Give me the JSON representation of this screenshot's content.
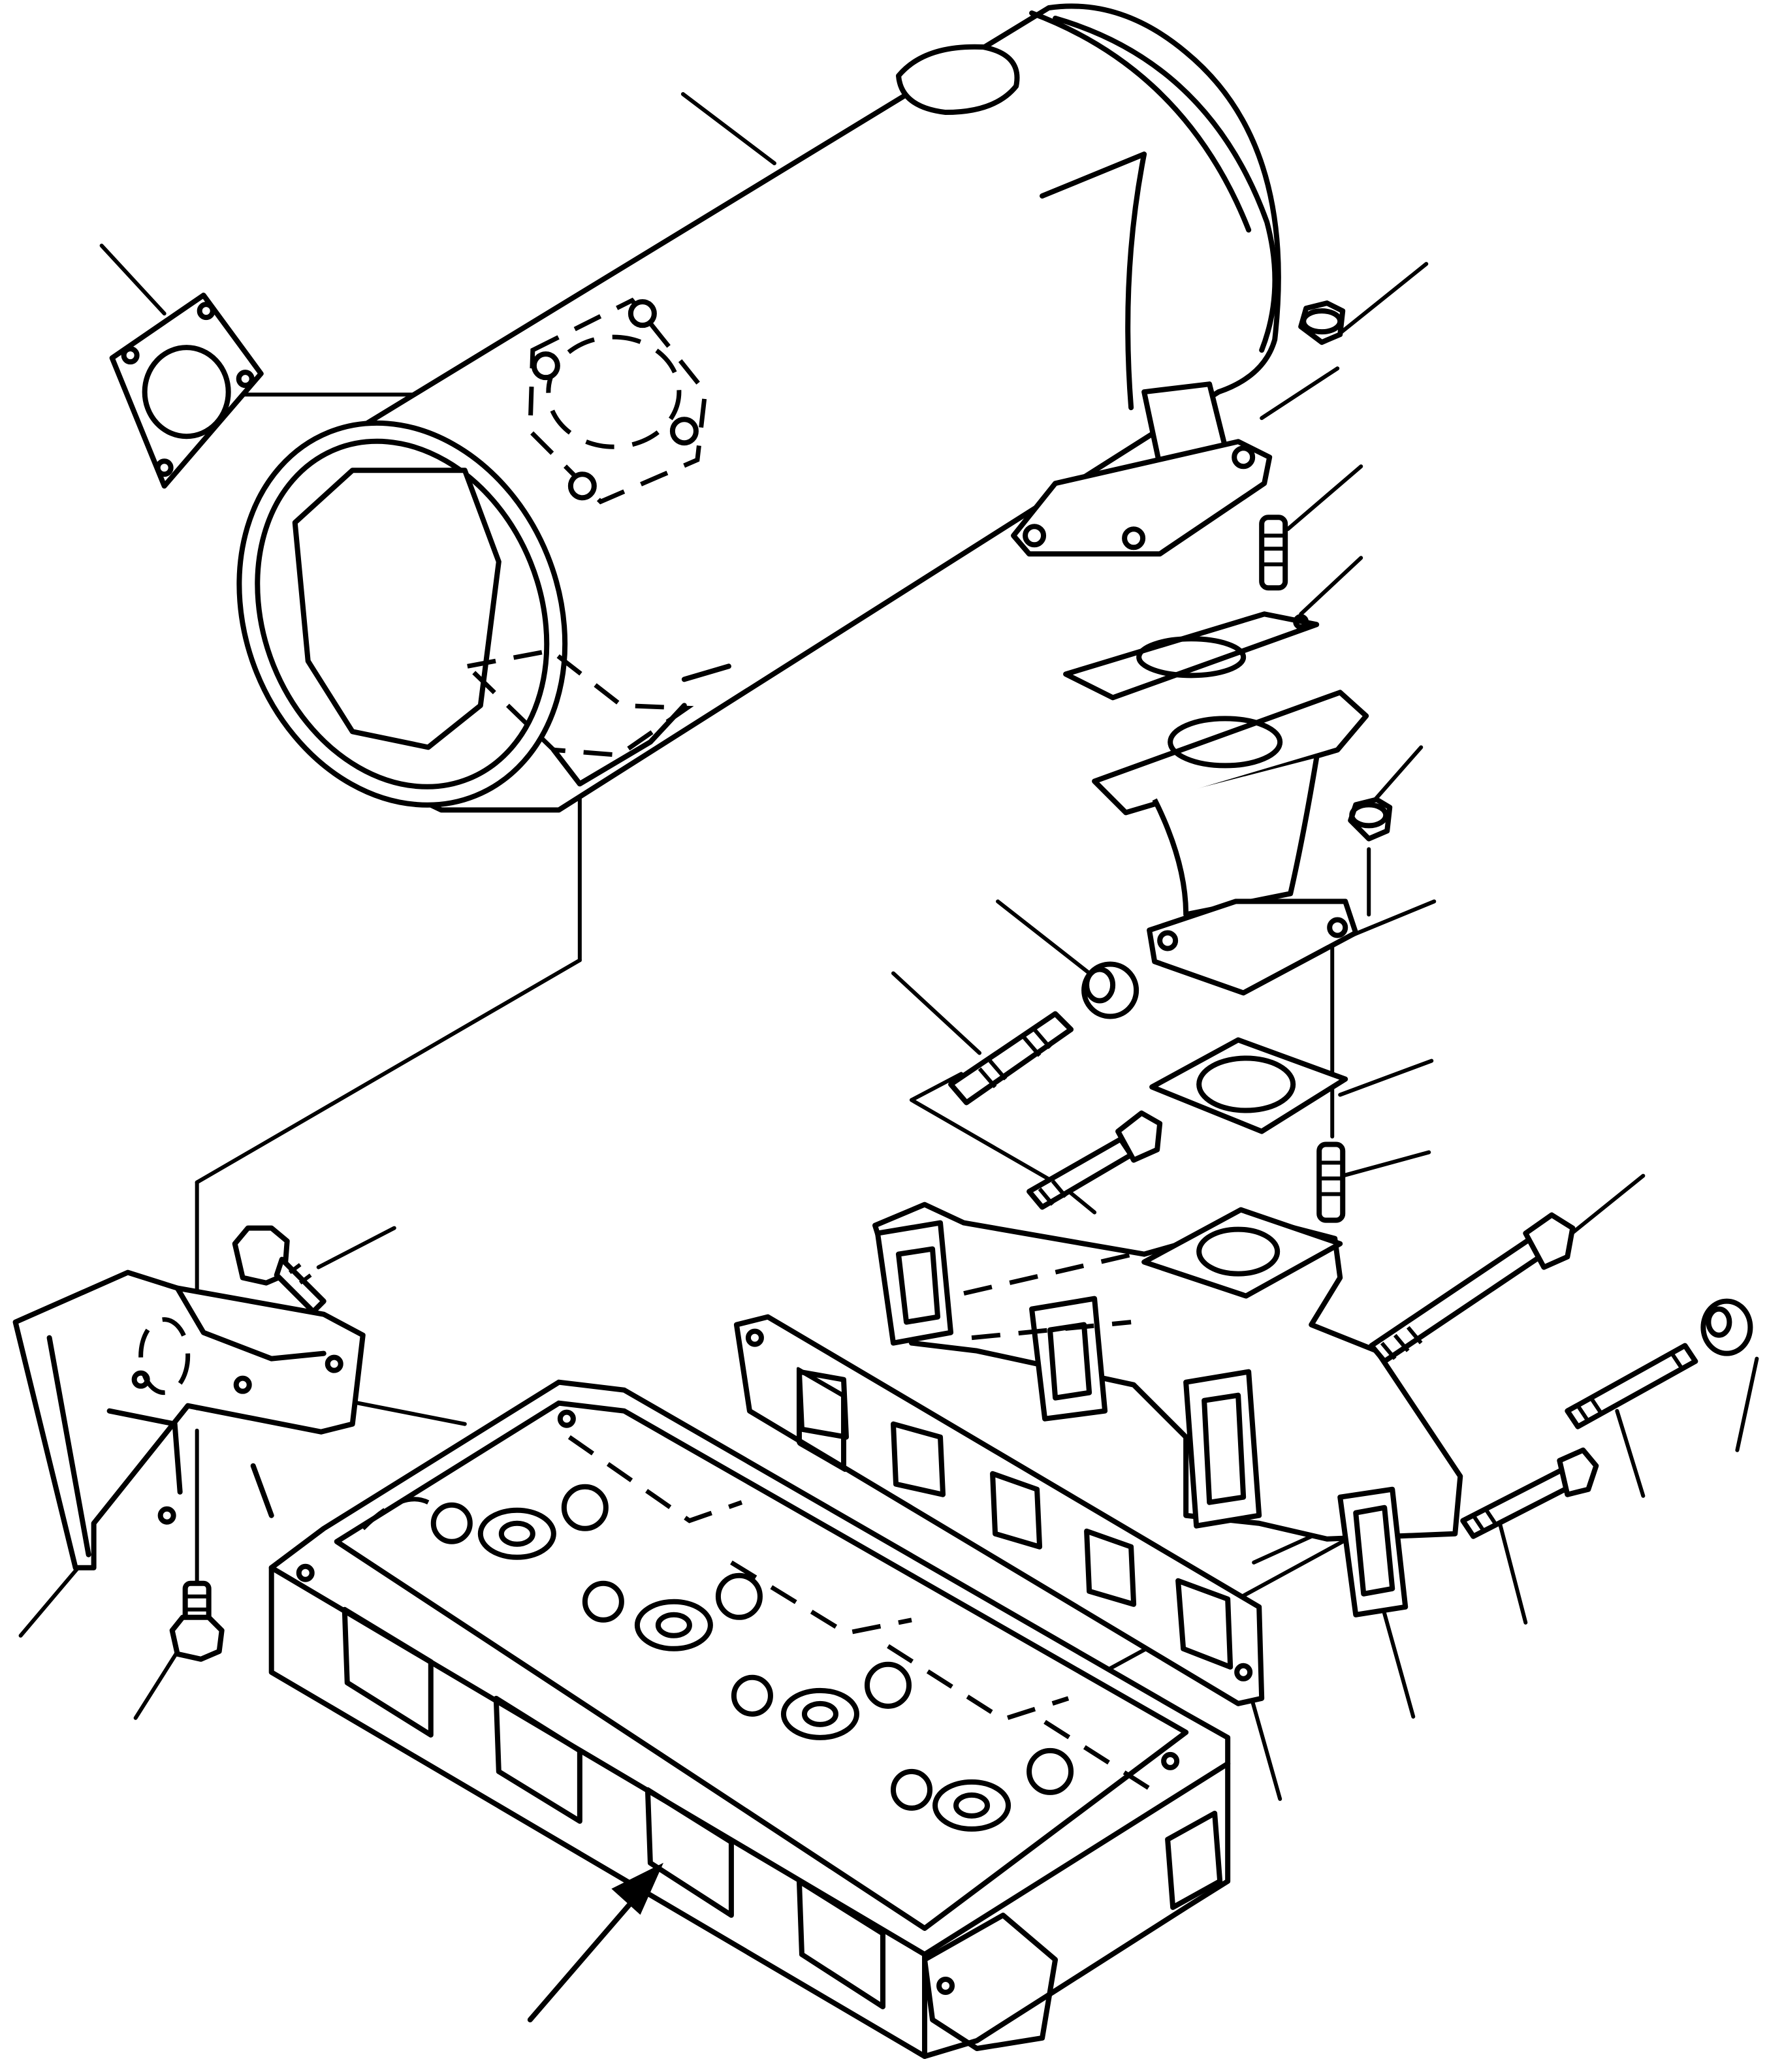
{
  "diagram": {
    "type": "exploded-parts-drawing",
    "line_color": "#000000",
    "background_color": "#ffffff",
    "parts": [
      {
        "name": "muffler",
        "icon": "muffler-icon"
      },
      {
        "name": "muffler-inlet-gasket",
        "icon": "gasket-icon"
      },
      {
        "name": "flange-nut",
        "icon": "nut-icon"
      },
      {
        "name": "stud",
        "icon": "stud-icon"
      },
      {
        "name": "gasket",
        "icon": "gasket-icon"
      },
      {
        "name": "exhaust-elbow",
        "icon": "elbow-icon"
      },
      {
        "name": "washer-nut",
        "icon": "nut-icon"
      },
      {
        "name": "exhaust-manifold",
        "icon": "manifold-icon"
      },
      {
        "name": "manifold-gasket",
        "icon": "gasket-icon"
      },
      {
        "name": "flange-bolt",
        "icon": "bolt-icon"
      },
      {
        "name": "muffler-bracket",
        "icon": "bracket-icon"
      },
      {
        "name": "cylinder-head",
        "icon": "cylinder-head-icon"
      },
      {
        "name": "view-direction-arrow",
        "icon": "arrow-icon"
      }
    ]
  }
}
